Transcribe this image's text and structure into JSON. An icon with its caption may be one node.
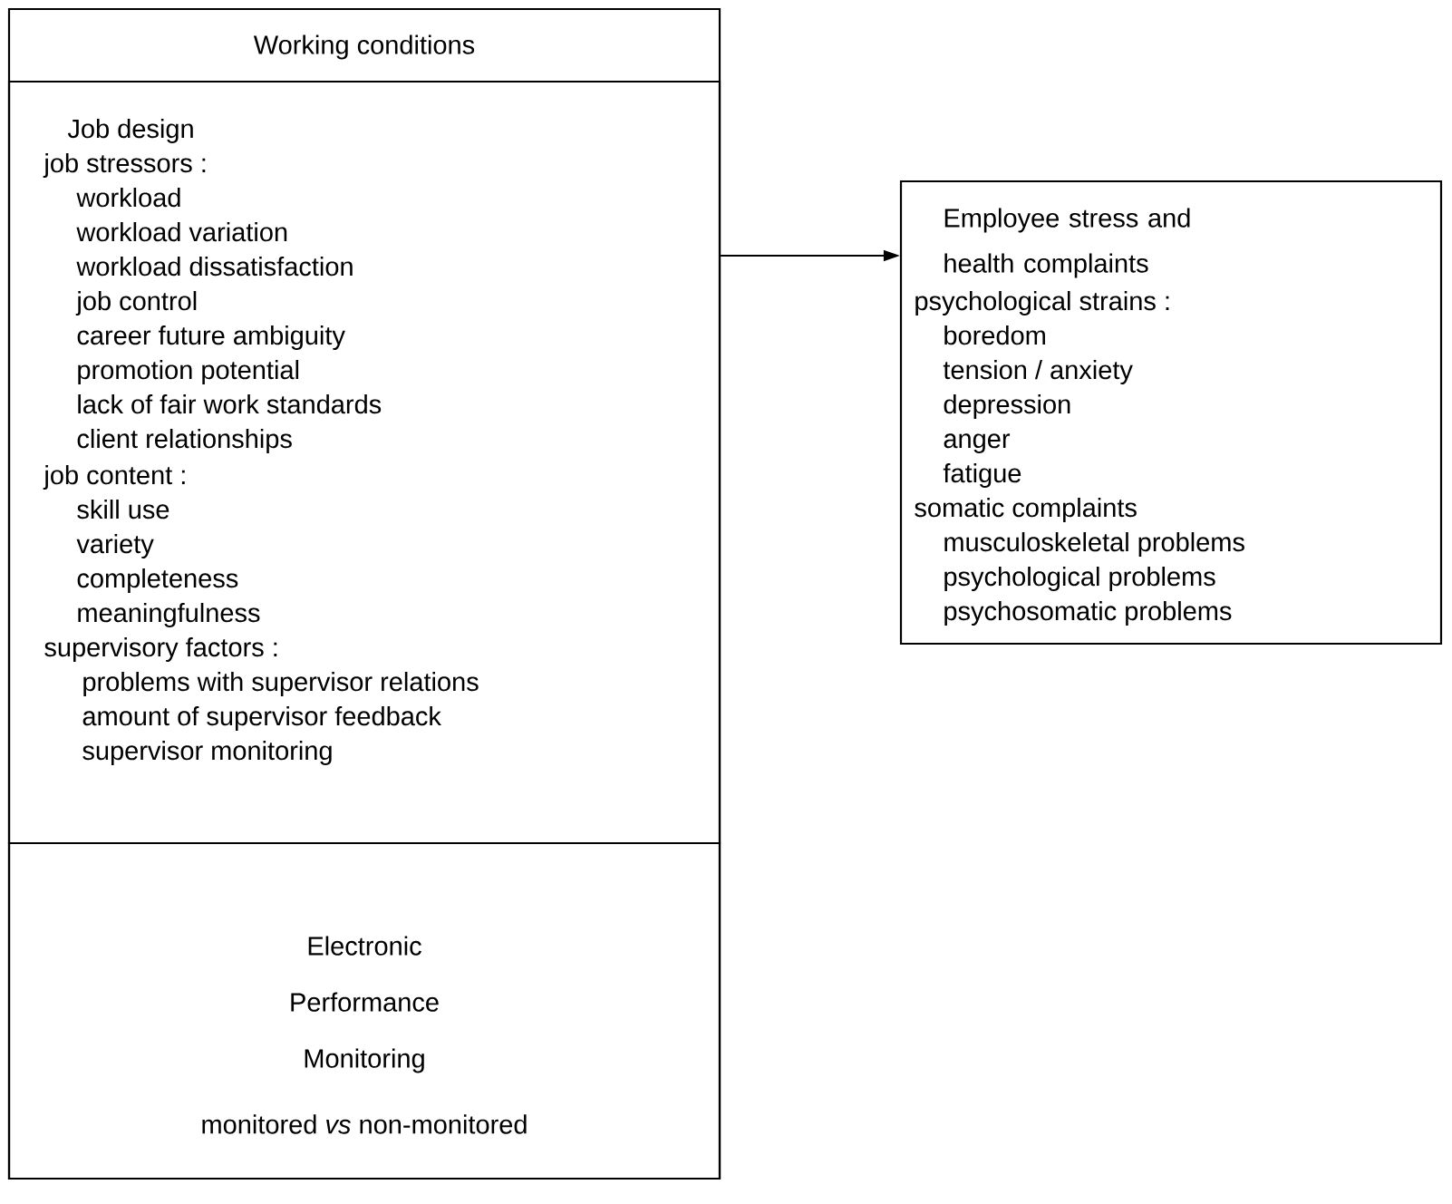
{
  "diagram": {
    "nodes": [
      {
        "text": [
          "Working conditions"
        ]
      },
      {
        "text": [
          "Job design",
          "job stressors :",
          "workload",
          "workload variation",
          "workload dissatisfaction",
          "job control",
          "career future ambiguity",
          "promotion potential",
          "lack of fair work standards",
          "client relationships",
          "job content :",
          "skill use",
          "variety",
          "completeness",
          "meaningfulness",
          "supervisory factors :",
          "problems with supervisor relations",
          "amount of supervisor feedback",
          "supervisor monitoring"
        ],
        "in": 0
      },
      {
        "text": [
          "Electronic Performance Monitoring",
          "monitored *vs* non-monitored"
        ],
        "in": 0
      },
      {
        "text": [
          "Employee stress and health complaints",
          "psychological strains :",
          "boredom",
          "tension / anxiety",
          "depression",
          "anger",
          "fatigue",
          "somatic complaints",
          "musculoskeletal problems",
          "psychological problems",
          "psychosomatic problems"
        ]
      }
    ],
    "edges": [
      {
        "from": 1,
        "to": 3,
        "arrow": "to"
      }
    ]
  }
}
